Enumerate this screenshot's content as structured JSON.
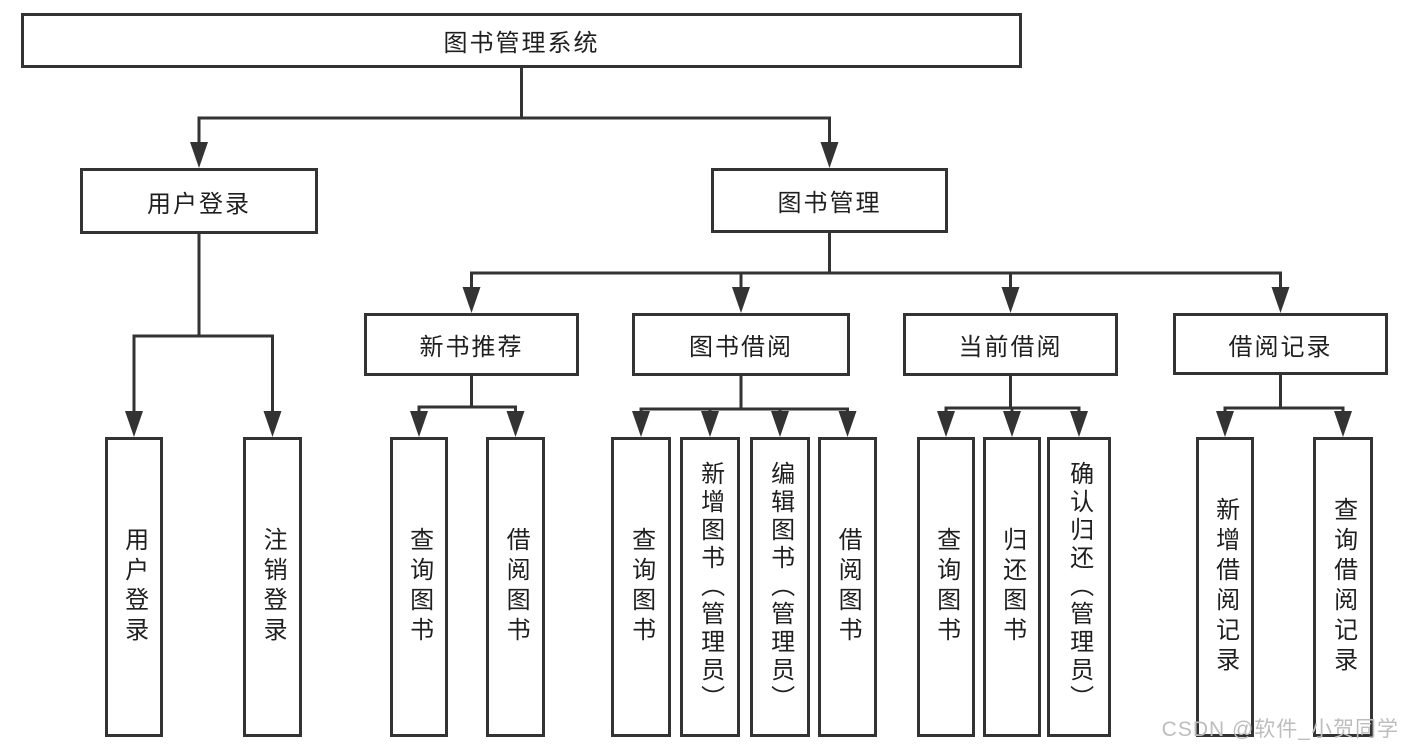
{
  "diagram": {
    "root": {
      "label": "图书管理系统"
    },
    "login": {
      "label": "用户登录",
      "children": [
        {
          "label": "用户登录"
        },
        {
          "label": "注销登录"
        }
      ]
    },
    "mgmt": {
      "label": "图书管理",
      "children": [
        {
          "label": "新书推荐",
          "children": [
            {
              "label": "查询图书"
            },
            {
              "label": "借阅图书"
            }
          ]
        },
        {
          "label": "图书借阅",
          "children": [
            {
              "label": "查询图书"
            },
            {
              "label": "新增图书（管理员）"
            },
            {
              "label": "编辑图书（管理员）"
            },
            {
              "label": "借阅图书"
            }
          ]
        },
        {
          "label": "当前借阅",
          "children": [
            {
              "label": "查询图书"
            },
            {
              "label": "归还图书"
            },
            {
              "label": "确认归还（管理员）"
            }
          ]
        },
        {
          "label": "借阅记录",
          "children": [
            {
              "label": "新增借阅记录"
            },
            {
              "label": "查询借阅记录"
            }
          ]
        }
      ]
    }
  },
  "watermark": {
    "text": "CSDN @软件_小贺同学"
  },
  "colors": {
    "line": "#333333",
    "box_border": "#333333",
    "text": "#1f1f1f",
    "watermark": "#bdbdbd",
    "background": "#ffffff"
  }
}
